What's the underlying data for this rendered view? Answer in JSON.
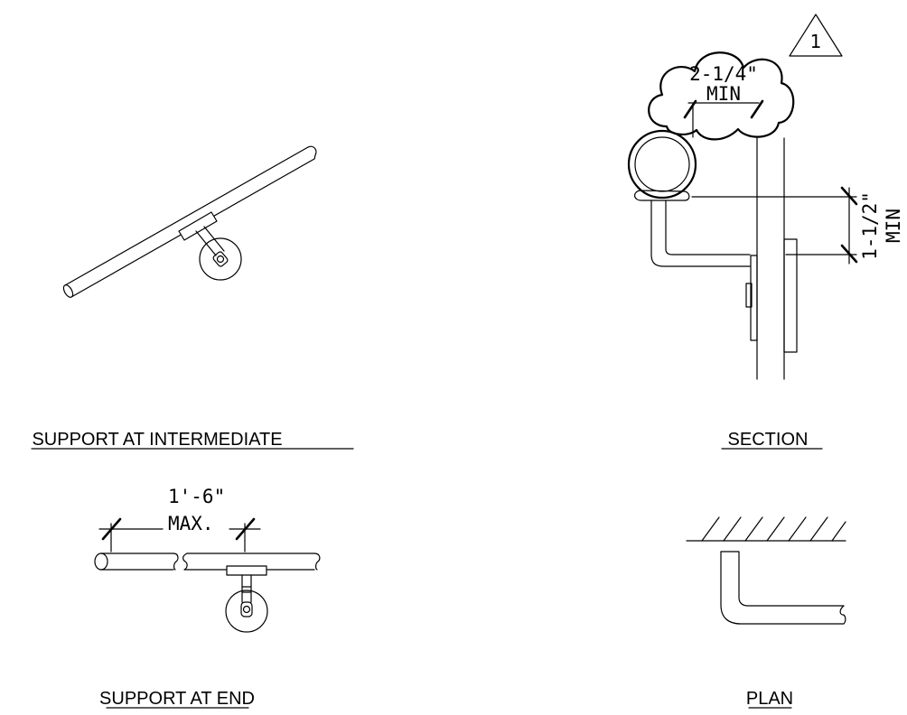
{
  "captions": {
    "intermediate": "SUPPORT AT INTERMEDIATE",
    "section": "SECTION",
    "end": "SUPPORT AT END",
    "plan": "PLAN"
  },
  "dimensions": {
    "clearance": {
      "value": "2-1/4\"",
      "qualifier": "MIN"
    },
    "height": {
      "value": "1-1/2\"",
      "qualifier": "MIN"
    },
    "spacing": {
      "value": "1'-6\"",
      "qualifier": "MAX."
    }
  },
  "revision_marker": "1"
}
